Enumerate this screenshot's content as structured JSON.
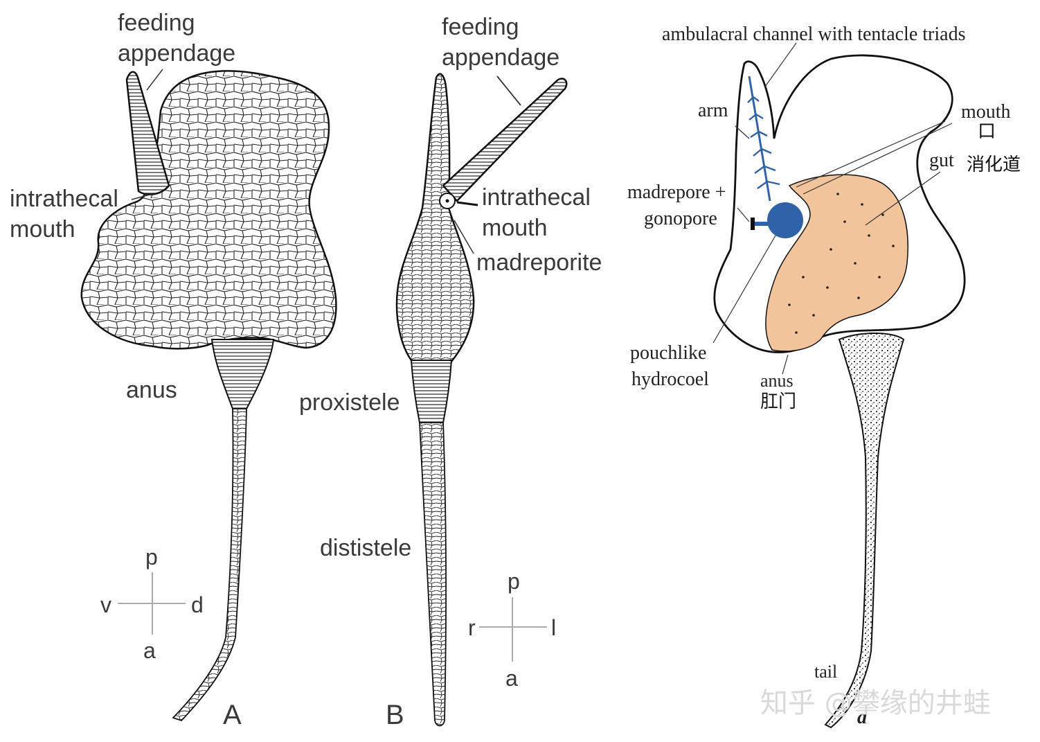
{
  "panel_a": {
    "feeding": "feeding",
    "appendage": "appendage",
    "intrathecal": "intrathecal",
    "mouth": "mouth",
    "anus": "anus",
    "letter": "A",
    "axes": {
      "p": "p",
      "a": "a",
      "v": "v",
      "d": "d"
    }
  },
  "panel_b": {
    "feeding": "feeding",
    "appendage": "appendage",
    "intrathecal": "intrathecal",
    "mouth": "mouth",
    "madreporite": "madreporite",
    "proxistele": "proxistele",
    "dististele": "dististele",
    "letter": "B",
    "axes": {
      "p": "p",
      "a": "a",
      "r": "r",
      "l": "l"
    }
  },
  "panel_c": {
    "ambulacral": "ambulacral channel with tentacle triads",
    "arm": "arm",
    "mouth": "mouth",
    "mouth_cn": "口",
    "gut": "gut",
    "gut_cn": "消化道",
    "madrepore": "madrepore +",
    "gonopore": "gonopore",
    "pouchlike": "pouchlike",
    "hydrocoel": "hydrocoel",
    "anus": "anus",
    "anus_cn": "肛门",
    "tail": "tail",
    "letter": "a"
  },
  "watermark": "知乎 @攀缘的井蛙",
  "colors": {
    "hydrocoel_blue": "#2f62a8",
    "gut_fill": "#f2c49b",
    "line": "#111111"
  }
}
